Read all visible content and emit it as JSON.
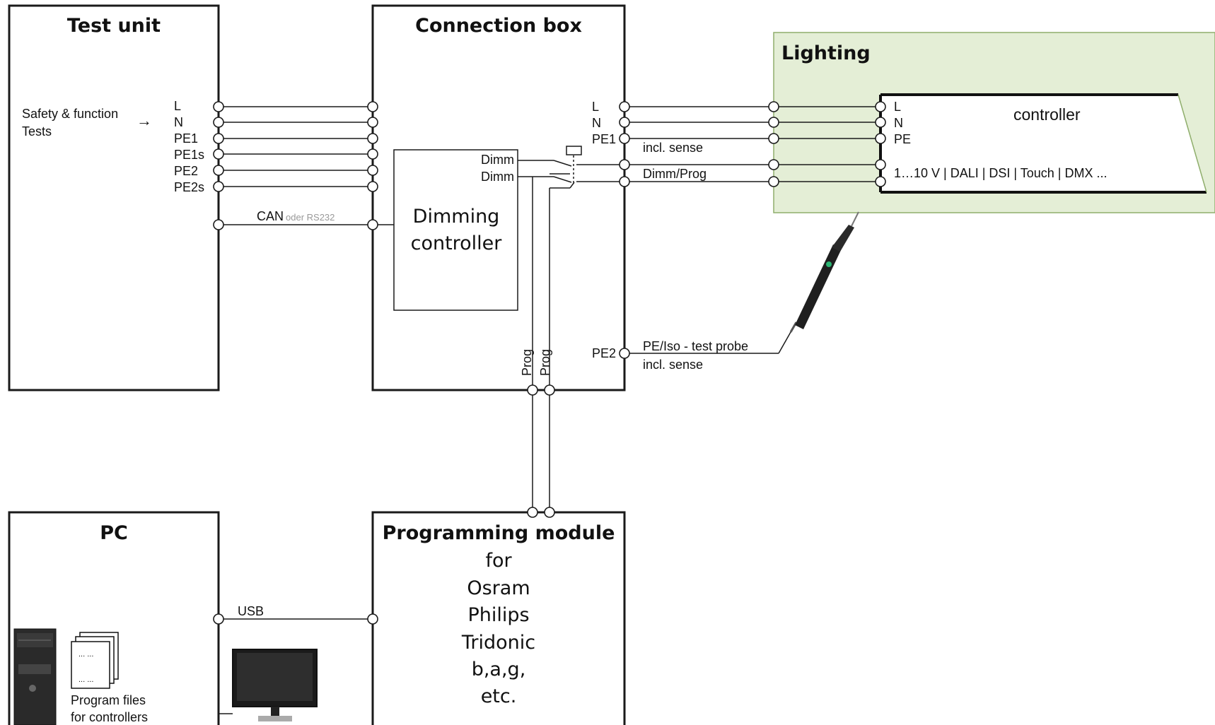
{
  "boxes": {
    "test_unit": "Test unit",
    "connection_box": "Connection box",
    "lighting": "Lighting",
    "pc": "PC",
    "programming_module": "Programming module"
  },
  "test_unit": {
    "function_line1": "Safety & function",
    "function_line2": "Tests",
    "arrow": "→",
    "terminals": [
      "L",
      "N",
      "PE1",
      "PE1s",
      "PE2",
      "PE2s"
    ]
  },
  "links": {
    "can": "CAN",
    "can_alt": "oder RS232",
    "usb": "USB"
  },
  "connection_box": {
    "dimm_labels": [
      "Dimm",
      "Dimm"
    ],
    "dimming_controller_line1": "Dimming",
    "dimming_controller_line2": "controller",
    "terminals": [
      "L",
      "N",
      "PE1"
    ],
    "pe2": "PE2",
    "prog_labels": [
      "Prog",
      "Prog"
    ]
  },
  "wires": {
    "incl_sense": "incl. sense",
    "dimm_prog": "Dimm/Prog",
    "probe": "PE/Iso - test probe",
    "probe_sense": "incl. sense"
  },
  "lighting": {
    "controller": "controller",
    "terminals": [
      "L",
      "N",
      "PE"
    ],
    "interfaces": "1…10 V | DALI | DSI | Touch | DMX ..."
  },
  "programming_module": {
    "lines": [
      "for",
      "Osram",
      "Philips",
      "Tridonic",
      "b,a,g,",
      "etc."
    ]
  },
  "pc": {
    "files_line1": "Program files",
    "files_line2": "for controllers",
    "doc_dots": "... ..."
  },
  "colors": {
    "lighting_fill": "#e4eed6",
    "lighting_border": "#8fae6c",
    "probe_tip": "#2bb673"
  }
}
